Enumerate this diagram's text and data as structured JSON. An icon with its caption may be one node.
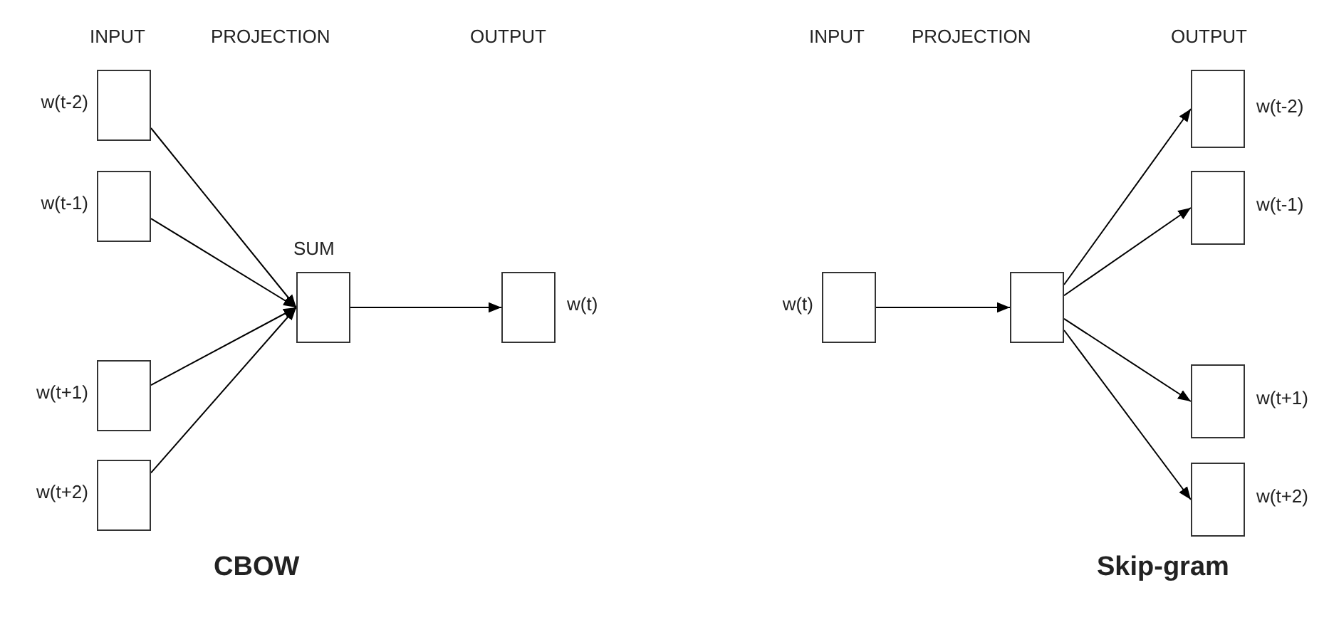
{
  "diagram": {
    "nodes": [
      {
        "text": [],
        "shape": "box",
        "beside": [
          "w(t-2)"
        ]
      },
      {
        "text": [],
        "shape": "box",
        "beside": [
          "w(t-1)"
        ]
      },
      {
        "text": [],
        "shape": "box",
        "beside": [
          "w(t+1)"
        ]
      },
      {
        "text": [],
        "shape": "box",
        "beside": [
          "w(t+2)"
        ]
      },
      {
        "text": [],
        "shape": "box",
        "beside": [
          "SUM"
        ]
      },
      {
        "text": [],
        "shape": "box",
        "beside": [
          "w(t)"
        ]
      },
      {
        "text": [],
        "shape": "box",
        "beside": [
          "w(t)"
        ]
      },
      {
        "text": [],
        "shape": "box"
      },
      {
        "text": [],
        "shape": "box",
        "beside": [
          "w(t-2)"
        ]
      },
      {
        "text": [],
        "shape": "box",
        "beside": [
          "w(t-1)"
        ]
      },
      {
        "text": [],
        "shape": "box",
        "beside": [
          "w(t+1)"
        ]
      },
      {
        "text": [],
        "shape": "box",
        "beside": [
          "w(t+2)"
        ]
      }
    ],
    "edges": [
      {
        "from": 0,
        "to": 4,
        "arrow": "to"
      },
      {
        "from": 1,
        "to": 4,
        "arrow": "to"
      },
      {
        "from": 2,
        "to": 4,
        "arrow": "to"
      },
      {
        "from": 3,
        "to": 4,
        "arrow": "to"
      },
      {
        "from": 4,
        "to": 5,
        "arrow": "to"
      },
      {
        "from": 6,
        "to": 7,
        "arrow": "to"
      },
      {
        "from": 7,
        "to": 8,
        "arrow": "to"
      },
      {
        "from": 7,
        "to": 9,
        "arrow": "to"
      },
      {
        "from": 7,
        "to": 10,
        "arrow": "to"
      },
      {
        "from": 7,
        "to": 11,
        "arrow": "to"
      }
    ],
    "labels": [
      "INPUT",
      "PROJECTION",
      "OUTPUT",
      "INPUT",
      "PROJECTION",
      "OUTPUT",
      "CBOW",
      "Skip-gram"
    ]
  }
}
